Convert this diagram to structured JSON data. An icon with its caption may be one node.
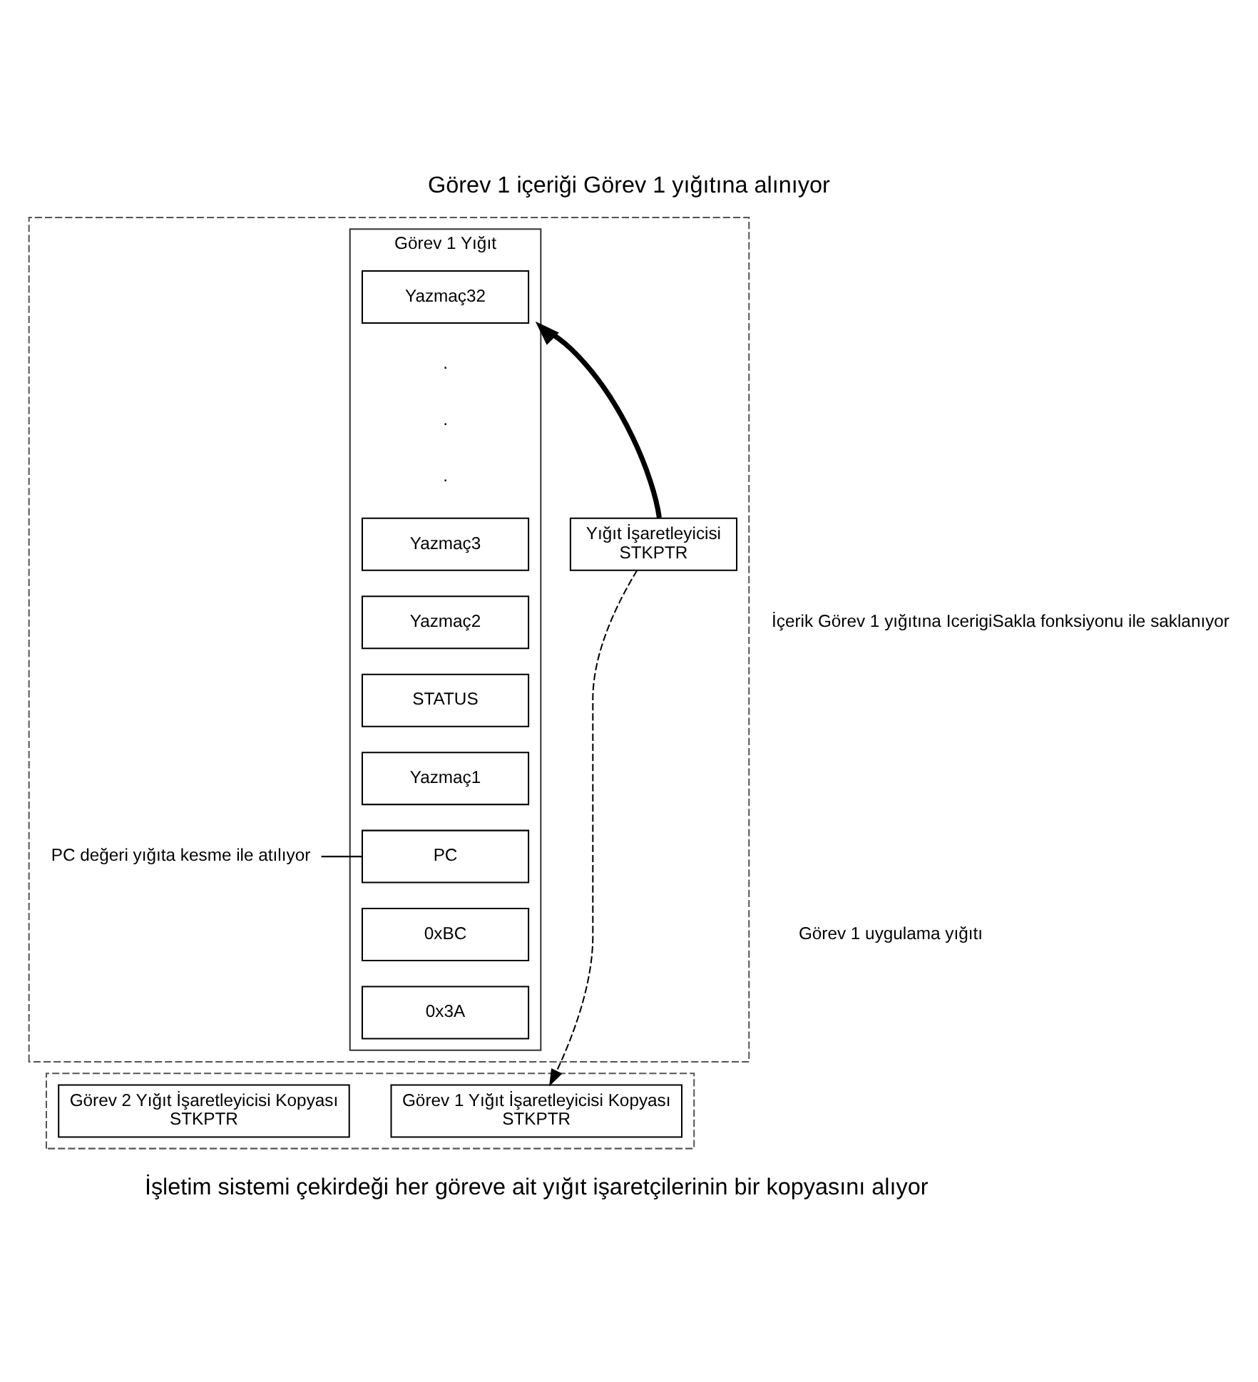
{
  "diagram": {
    "title": "Görev 1 içeriği Görev 1 yığıtına alınıyor",
    "caption": "İşletim sistemi çekirdeği her göreve ait yığıt işaretçilerinin bir kopyasını alıyor",
    "nodes": [
      {
        "text": [],
        "shape": "box"
      },
      {
        "text": [
          "Görev 1 Yığıt"
        ],
        "in": 0
      },
      {
        "text": [
          "Yazmaç32"
        ],
        "in": 1
      },
      {
        "text": [
          "Yazmaç3"
        ],
        "in": 1
      },
      {
        "text": [
          "Yazmaç2"
        ],
        "in": 1
      },
      {
        "text": [
          "STATUS"
        ],
        "in": 1
      },
      {
        "text": [
          "Yazmaç1"
        ],
        "in": 1
      },
      {
        "text": [
          "PC"
        ],
        "in": 1
      },
      {
        "text": [
          "0xBC"
        ],
        "in": 1
      },
      {
        "text": [
          "0x3A"
        ],
        "in": 1
      },
      {
        "text": [
          "Yığıt İşaretleyicisi",
          "STKPTR"
        ],
        "in": 0
      },
      {
        "text": [
          "PC değeri yığıta kesme ile atılıyor"
        ],
        "in": 0
      },
      {
        "text": [],
        "shape": "box"
      },
      {
        "text": [
          "Görev 1 Yığıt İşaretleyicisi Kopyası",
          "STKPTR"
        ],
        "in": 12
      },
      {
        "text": [
          "Görev 2 Yığıt İşaretleyicisi Kopyası",
          "STKPTR"
        ],
        "in": 12
      }
    ],
    "edges": [
      {
        "from": 10,
        "to": 1,
        "arrow": "to",
        "style": "thick"
      },
      {
        "from": 11,
        "to": 7,
        "arrow": "none"
      },
      {
        "from": 10,
        "to": 13,
        "arrow": "to",
        "style": "dashed"
      }
    ],
    "labels": [
      ".",
      ".",
      ".",
      "İçerik Görev 1 yığıtına IcerigiSakla fonksiyonu ile saklanıyor",
      "Görev 1 uygulama yığıtı"
    ]
  }
}
